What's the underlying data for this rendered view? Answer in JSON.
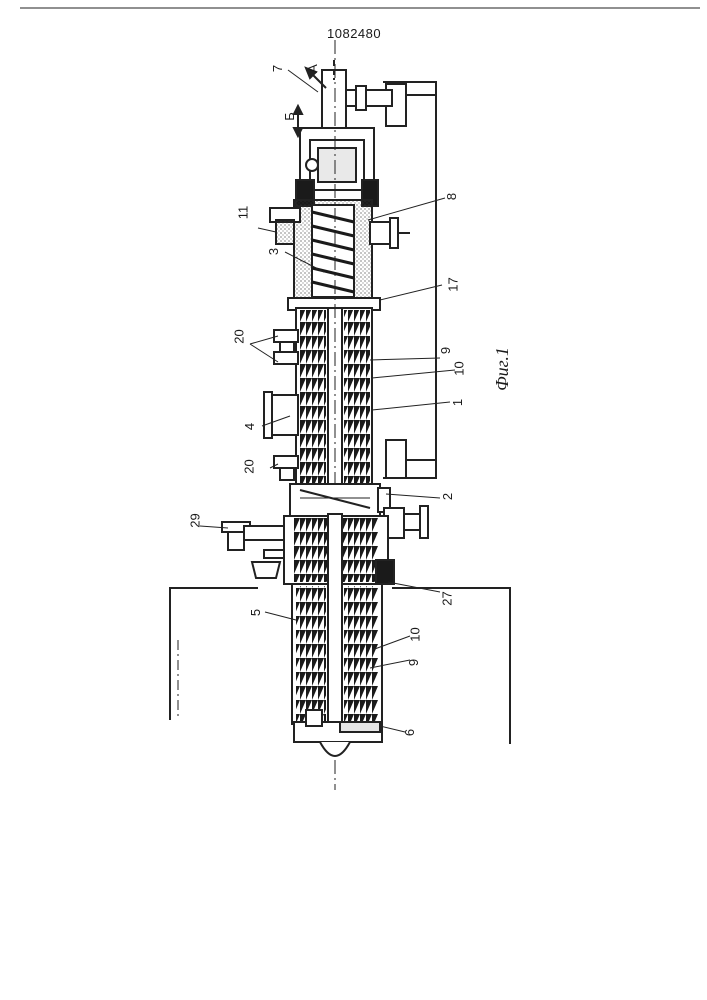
{
  "header": {
    "patent_number": "1082480"
  },
  "figure": {
    "caption": "Фиг.1",
    "callouts": {
      "n1": "1",
      "n2": "2",
      "n3": "3",
      "n4": "4",
      "n5": "5",
      "n6": "6",
      "n7": "7",
      "n8": "8",
      "n9a": "9",
      "n9b": "9",
      "n10a": "10",
      "n10b": "10",
      "n11": "11",
      "n17": "17",
      "n20a": "20",
      "n20b": "20",
      "n27": "27",
      "n29": "29"
    },
    "arrows": {
      "A": "А",
      "B": "Б"
    }
  }
}
